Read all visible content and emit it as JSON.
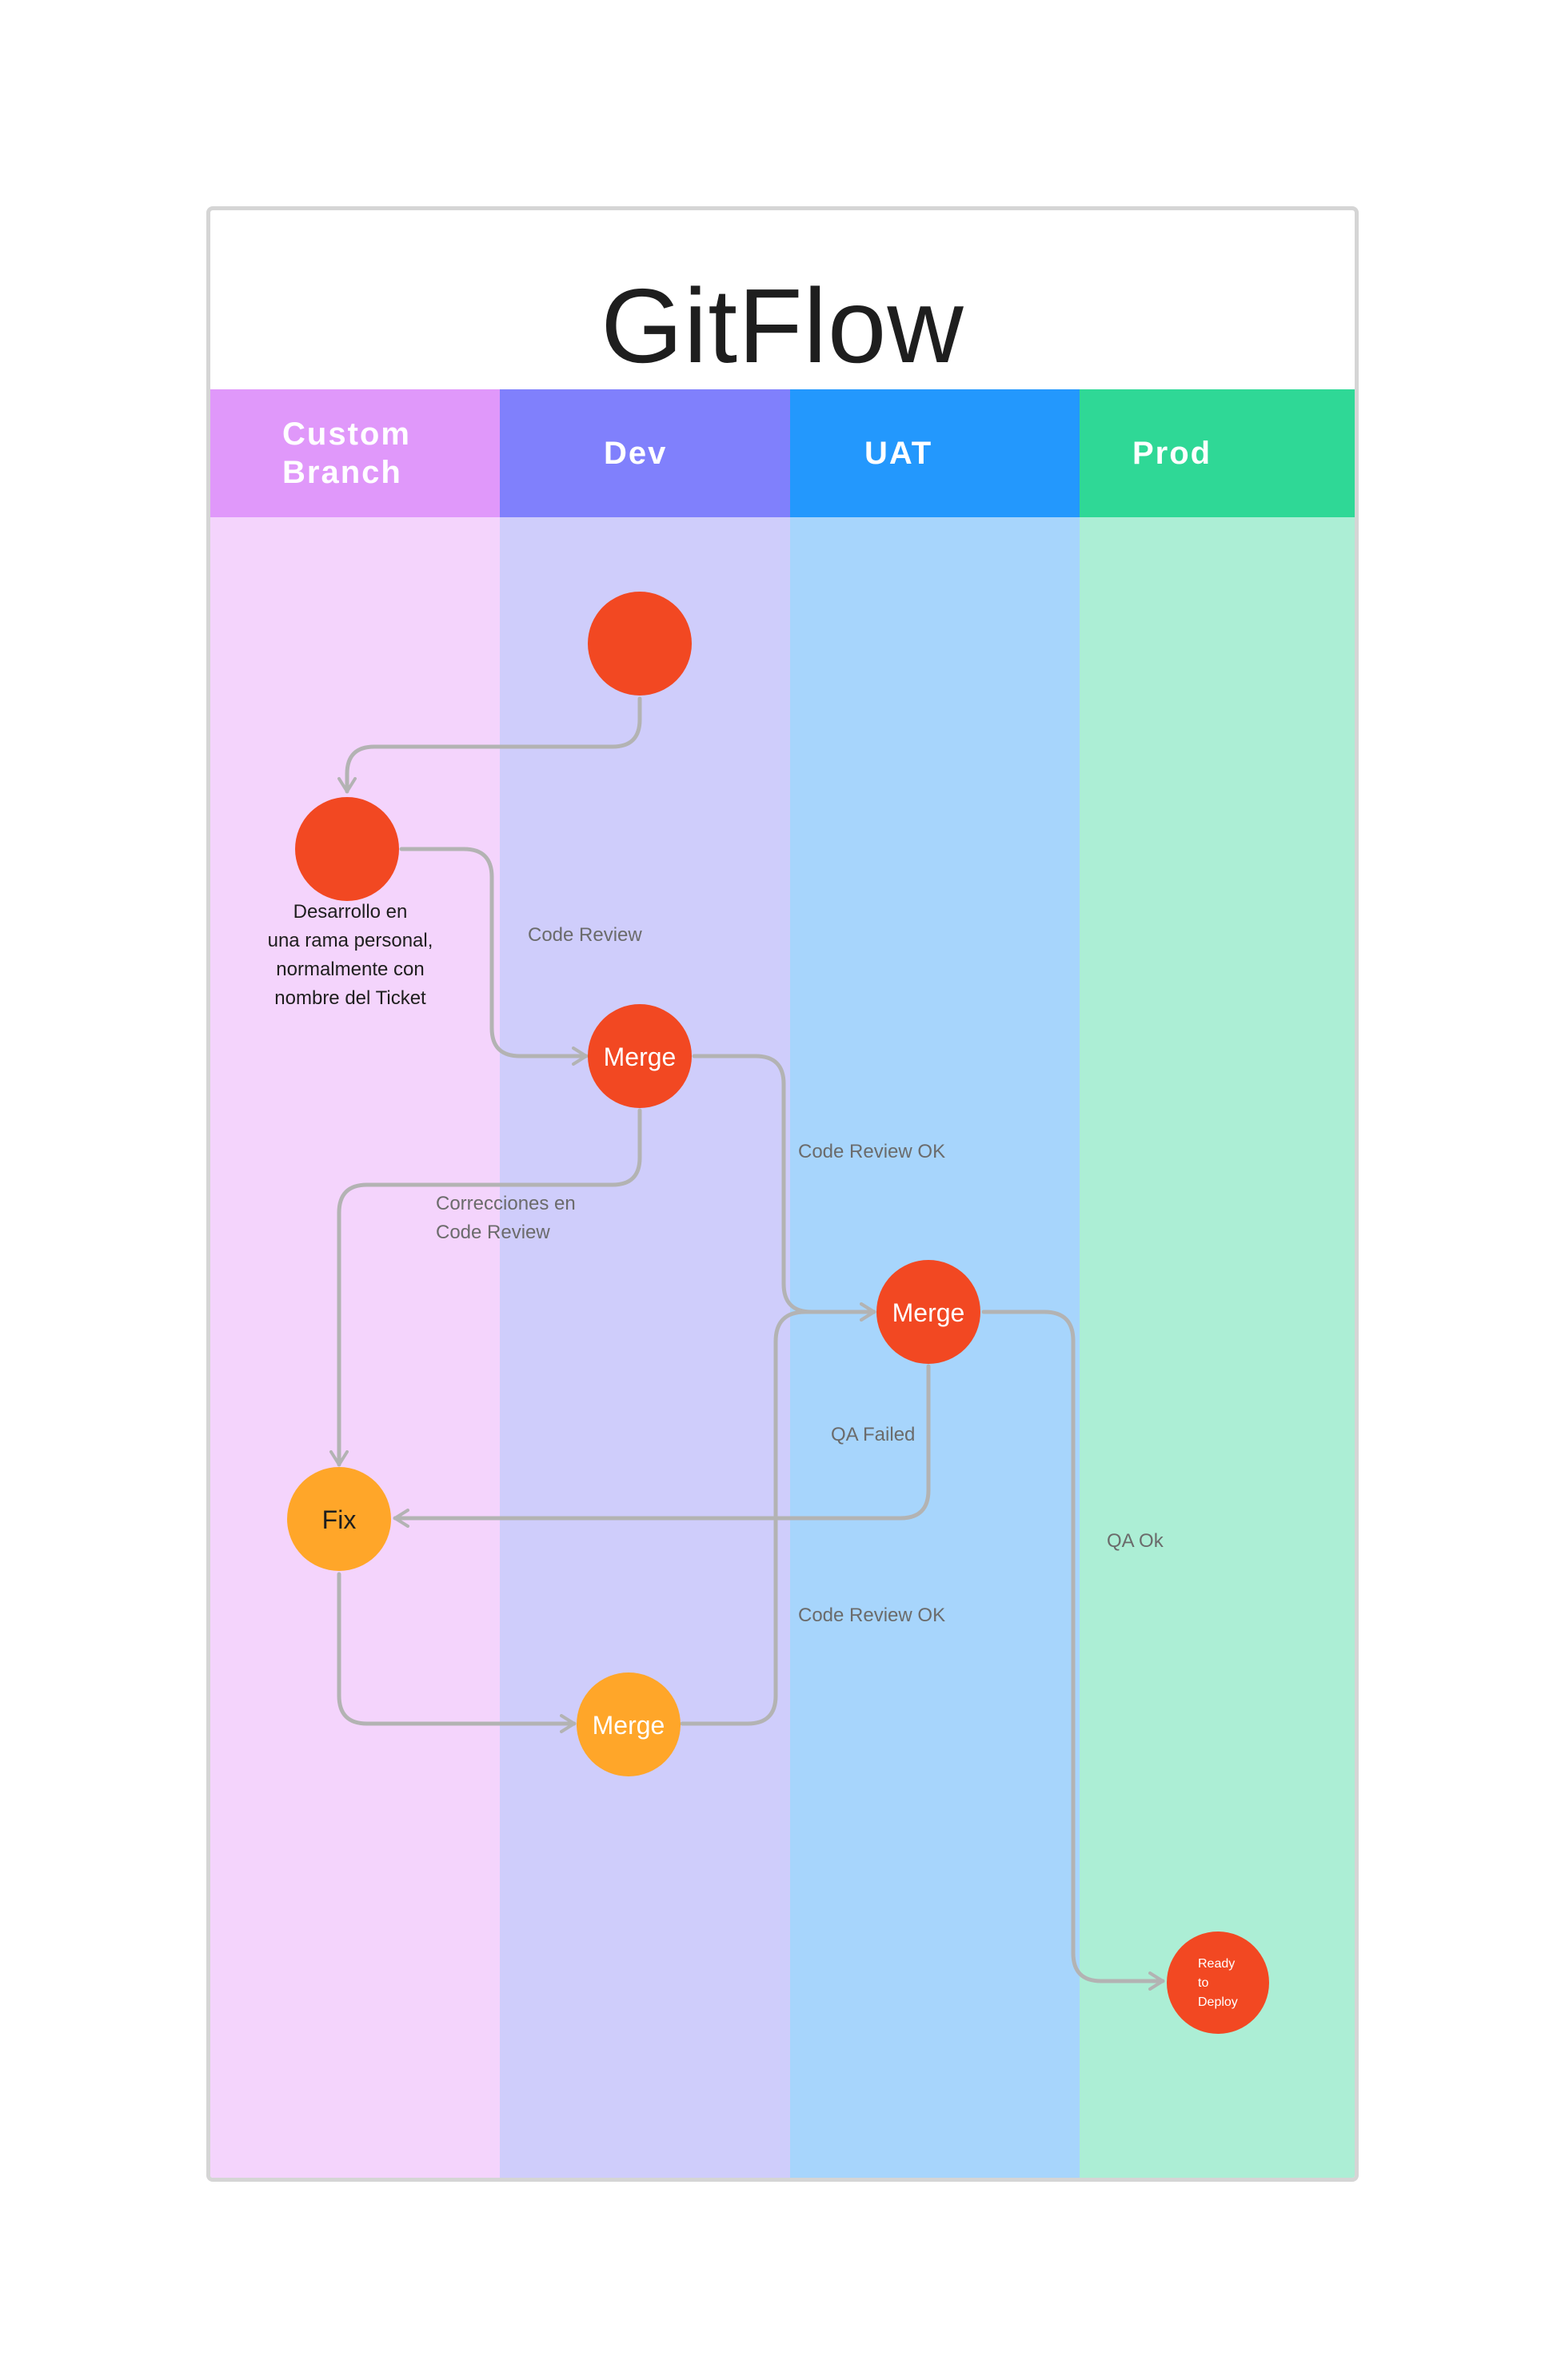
{
  "title": "GitFlow",
  "lanes": [
    {
      "label": "Custom Branch",
      "header_color": "#e098fa",
      "body_color": "#f4d4fc"
    },
    {
      "label": "Dev",
      "header_color": "#8080fc",
      "body_color": "#cfcdfb"
    },
    {
      "label": "UAT",
      "header_color": "#2398fd",
      "body_color": "#a7d5fc"
    },
    {
      "label": "Prod",
      "header_color": "#2fd896",
      "body_color": "#aceed5"
    }
  ],
  "nodes": {
    "dev_start": {
      "label": ""
    },
    "custom_start": {
      "label": ""
    },
    "dev_merge": {
      "label": "Merge"
    },
    "uat_merge": {
      "label": "Merge"
    },
    "fix": {
      "label": "Fix"
    },
    "dev_merge_fix": {
      "label": "Merge"
    },
    "ready": {
      "line1": "Ready",
      "line2": "to",
      "line3": "Deploy"
    }
  },
  "description": {
    "line1": "Desarrollo en",
    "line2": "una rama personal,",
    "line3": "normalmente con",
    "line4": "nombre del Ticket"
  },
  "edge_labels": {
    "code_review": "Code Review",
    "code_review_ok_1": "Code Review OK",
    "corrections_line1": "Correcciones en",
    "corrections_line2": "Code Review",
    "qa_failed": "QA Failed",
    "qa_ok": "QA Ok",
    "code_review_ok_2": "Code Review OK"
  },
  "colors": {
    "node_red": "#f24822",
    "node_orange": "#ffa629",
    "edge": "#b3b3b3",
    "note_text": "#6b6b6b"
  }
}
